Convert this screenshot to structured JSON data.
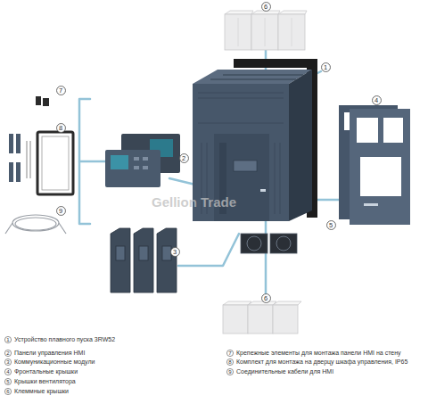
{
  "diagram": {
    "nodes": [
      {
        "text": [
          "6"
        ]
      },
      {
        "text": [
          "1"
        ]
      },
      {
        "text": [
          "7"
        ]
      },
      {
        "text": [
          "4"
        ]
      },
      {
        "text": [
          "8"
        ]
      },
      {
        "text": [
          "2"
        ]
      },
      {
        "text": [
          "9"
        ]
      },
      {
        "text": [
          "5"
        ]
      },
      {
        "text": [
          "3"
        ]
      },
      {
        "text": [
          "6"
        ]
      },
      {
        "text": [
          "1"
        ]
      },
      {
        "text": [
          "2"
        ]
      },
      {
        "text": [
          "3"
        ]
      },
      {
        "text": [
          "4"
        ]
      },
      {
        "text": [
          "5"
        ]
      },
      {
        "text": [
          "6"
        ]
      },
      {
        "text": [
          "7"
        ]
      },
      {
        "text": [
          "8"
        ]
      },
      {
        "text": [
          "9"
        ]
      }
    ],
    "labels": [
      "Gellion Trade"
    ],
    "legend": [
      {
        "text": "Устройство плавного пуска 3RW52"
      },
      {
        "text": "Панели управления HMI"
      },
      {
        "text": "Коммуникационные модули"
      },
      {
        "text": "Фронтальные крышки"
      },
      {
        "text": "Крышки вентилятора"
      },
      {
        "text": "Клеммные крышки"
      },
      {
        "text": "Крепежные элементы для монтажа панели HMI на стену"
      },
      {
        "text": "Комплект для монтажа на дверцу шкафа управления, IP65"
      },
      {
        "text": "Соединительные кабели для HMI"
      }
    ]
  }
}
